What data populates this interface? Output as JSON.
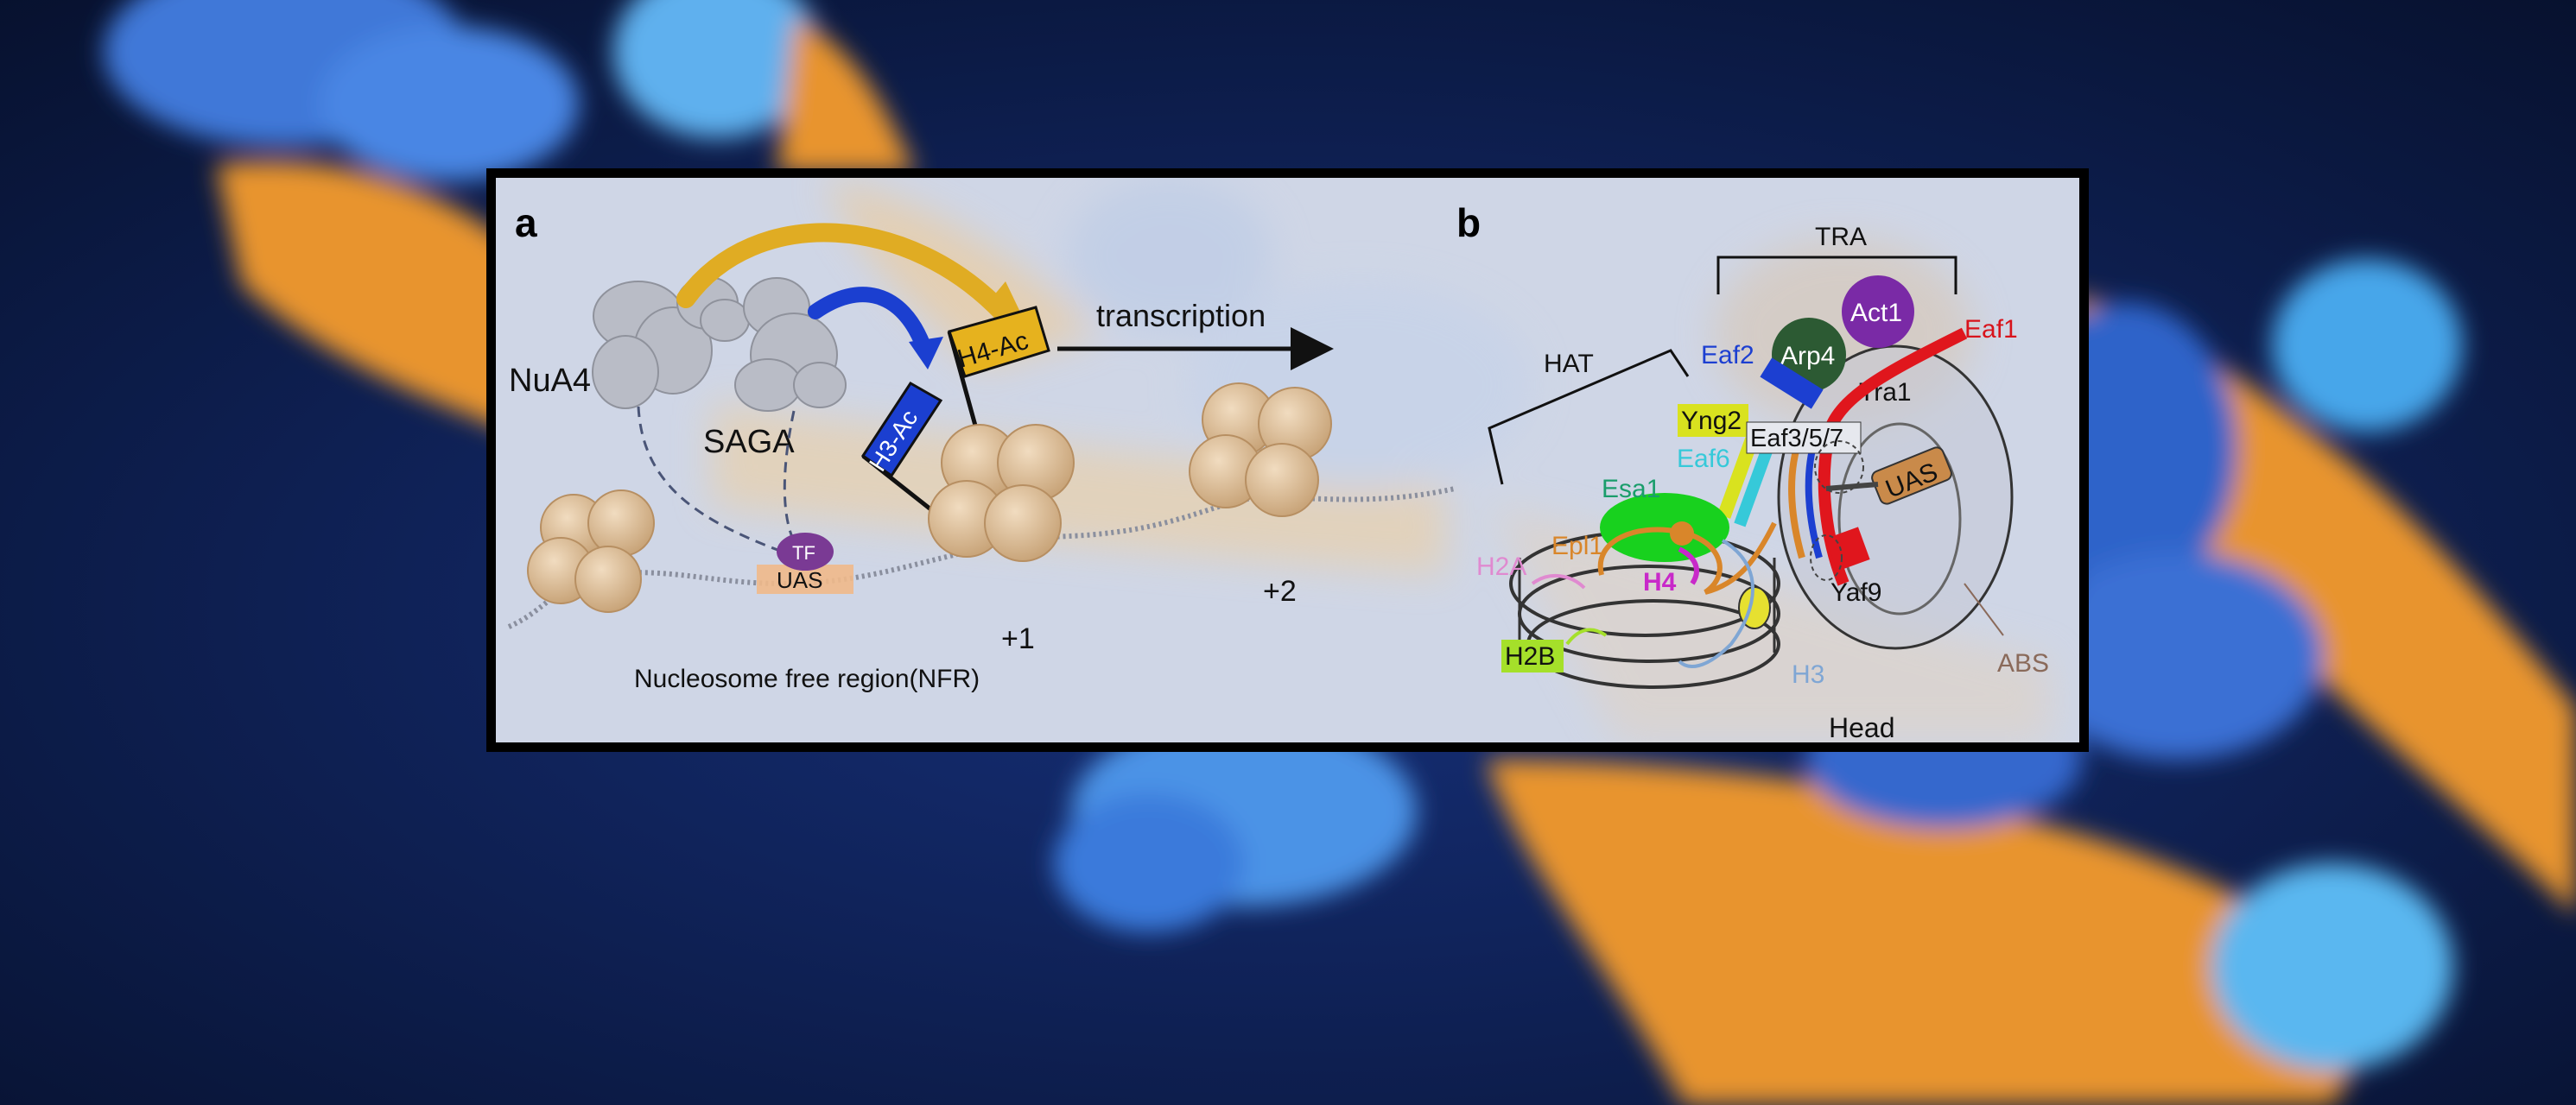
{
  "panel_a": {
    "letter": "a",
    "nua4": "NuA4",
    "saga": "SAGA",
    "h3ac": "H3-Ac",
    "h4ac": "H4-Ac",
    "transcription": "transcription",
    "tf": "TF",
    "uas": "UAS",
    "plus1": "+1",
    "plus2": "+2",
    "nfr": "Nucleosome free region(NFR)"
  },
  "panel_b": {
    "letter": "b",
    "tra": "TRA",
    "hat": "HAT",
    "act1": "Act1",
    "arp4": "Arp4",
    "eaf1": "Eaf1",
    "eaf2": "Eaf2",
    "tra1": "Tra1",
    "yng2": "Yng2",
    "eaf357": "Eaf3/5/7",
    "eaf6": "Eaf6",
    "esa1": "Esa1",
    "uas": "UAS",
    "h2a": "H2A",
    "epl1": "Epl1",
    "h4": "H4",
    "yaf9": "Yaf9",
    "h2b": "H2B",
    "h3": "H3",
    "abs": "ABS",
    "head": "Head"
  },
  "colors": {
    "background": "#0b1a45",
    "protein_orange": "#e8942e",
    "protein_blue": "#3f78d8",
    "panel": "#cfd6e6",
    "h3ac_flag": "#1b3fd0",
    "h4ac_flag": "#e6b21e",
    "yng2": "#d9e21f",
    "eaf6": "#36c9d9",
    "esa1": "#18d11e",
    "act1": "#7a2aa6",
    "arp4": "#2c5a33",
    "eaf1": "#e0161d",
    "eaf2": "#1c3fd1",
    "h2b": "#a5e02a",
    "h4": "#c829c9",
    "h2a": "#e08ad0",
    "epl1": "#d9862a",
    "h3": "#7fa6d4",
    "uas_box": "#c98a4a",
    "tf": "#7a3a94"
  }
}
